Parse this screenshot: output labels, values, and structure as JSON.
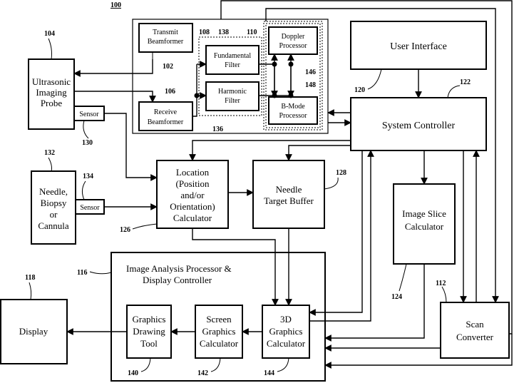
{
  "figure": {
    "top_ref": "100",
    "blocks": {
      "transmit_beamformer": {
        "lines": [
          "Transmit",
          "Beamformer"
        ],
        "ref": "102"
      },
      "receive_beamformer": {
        "lines": [
          "Receive",
          "Beamformer"
        ],
        "ref": "106"
      },
      "fundamental_filter": {
        "lines": [
          "Fundamental",
          "Filter"
        ],
        "ref": "138"
      },
      "harmonic_filter": {
        "lines": [
          "Harmonic",
          "Filter"
        ],
        "ref": "136"
      },
      "doppler_processor": {
        "lines": [
          "Doppler",
          "Processor"
        ],
        "ref": "146"
      },
      "bmode_processor": {
        "lines": [
          "B-Mode",
          "Processor"
        ],
        "ref": "148"
      },
      "user_interface": {
        "lines": [
          "User Interface"
        ],
        "ref": "120"
      },
      "system_controller": {
        "lines": [
          "System Controller"
        ],
        "ref": "122"
      },
      "ultrasonic_probe": {
        "lines": [
          "Ultrasonic",
          "Imaging",
          "Probe"
        ],
        "ref": "104"
      },
      "probe_sensor": {
        "lines": [
          "Sensor"
        ],
        "ref": "130"
      },
      "needle": {
        "lines": [
          "Needle,",
          "Biopsy",
          "or",
          "Cannula"
        ],
        "ref": "132"
      },
      "needle_sensor": {
        "lines": [
          "Sensor"
        ],
        "ref": "134"
      },
      "location_calculator": {
        "lines": [
          "Location",
          "(Position",
          "and/or",
          "Orientation)",
          "Calculator"
        ],
        "ref": "126"
      },
      "needle_target_buffer": {
        "lines": [
          "Needle",
          "Target Buffer"
        ],
        "ref": "128"
      },
      "image_slice_calculator": {
        "lines": [
          "Image Slice",
          "Calculator"
        ],
        "ref": "124"
      },
      "image_analysis": {
        "lines": [
          "Image Analysis Processor &",
          "Display Controller"
        ],
        "ref": "116"
      },
      "graphics_drawing_tool": {
        "lines": [
          "Graphics",
          "Drawing",
          "Tool"
        ],
        "ref": "140"
      },
      "screen_graphics_calculator": {
        "lines": [
          "Screen",
          "Graphics",
          "Calculator"
        ],
        "ref": "142"
      },
      "graphics_3d_calculator": {
        "lines": [
          "3D",
          "Graphics",
          "Calculator"
        ],
        "ref": "144"
      },
      "scan_converter": {
        "lines": [
          "Scan",
          "Converter"
        ],
        "ref": "112"
      },
      "display": {
        "lines": [
          "Display"
        ],
        "ref": "118"
      }
    },
    "group_refs": {
      "filter_group": "108",
      "processor_group": "110"
    }
  }
}
